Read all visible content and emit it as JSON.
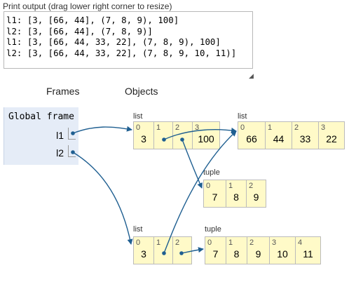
{
  "print_output": {
    "caption": "Print output (drag lower right corner to resize)",
    "lines": [
      "l1: [3, [66, 44], (7, 8, 9), 100]",
      "l2: [3, [66, 44], (7, 8, 9)]",
      "l1: [3, [66, 44, 33, 22], (7, 8, 9), 100]",
      "l2: [3, [66, 44, 33, 22], (7, 8, 9, 10, 11)]"
    ]
  },
  "headings": {
    "frames": "Frames",
    "objects": "Objects"
  },
  "global_frame": {
    "title": "Global frame",
    "variables": [
      "l1",
      "l2"
    ]
  },
  "objects": {
    "list_l1": {
      "type": "list",
      "indices": [
        "0",
        "1",
        "2",
        "3"
      ],
      "values": [
        "3",
        "",
        "",
        "100"
      ]
    },
    "list_inner": {
      "type": "list",
      "indices": [
        "0",
        "1",
        "2",
        "3"
      ],
      "values": [
        "66",
        "44",
        "33",
        "22"
      ]
    },
    "tuple_small": {
      "type": "tuple",
      "indices": [
        "0",
        "1",
        "2"
      ],
      "values": [
        "7",
        "8",
        "9"
      ]
    },
    "list_l2": {
      "type": "list",
      "indices": [
        "0",
        "1",
        "2"
      ],
      "values": [
        "3",
        "",
        ""
      ]
    },
    "tuple_large": {
      "type": "tuple",
      "indices": [
        "0",
        "1",
        "2",
        "3",
        "4"
      ],
      "values": [
        "7",
        "8",
        "9",
        "10",
        "11"
      ]
    }
  },
  "colors": {
    "arrow": "#1f5f91",
    "cell_bg": "#fffac8",
    "frame_bg": "#e5ecf7"
  }
}
